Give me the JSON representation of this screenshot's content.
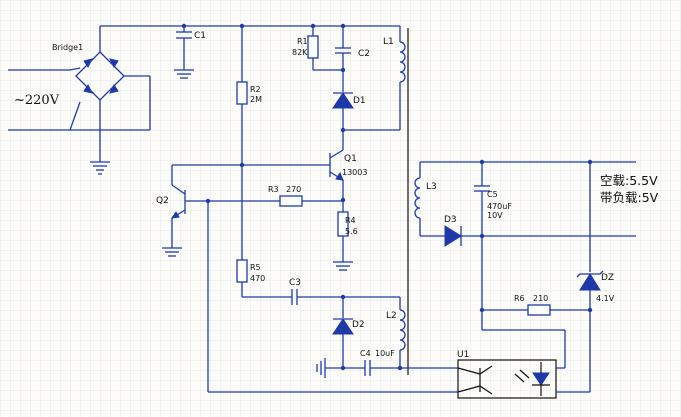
{
  "components": {
    "bridge": "Bridge1",
    "ac_input": "~220V",
    "c1": "C1",
    "r1_name": "R1",
    "r1_value": "82K",
    "c2": "C2",
    "l1": "L1",
    "d1": "D1",
    "r2_name": "R2",
    "r2_value": "2M",
    "q1_name": "Q1",
    "q1_value": "13003",
    "q2_name": "Q2",
    "r3_name": "R3",
    "r3_value": "270",
    "r4_name": "R4",
    "r4_value": "5.6",
    "r5_name": "R5",
    "r5_value": "470",
    "c3": "C3",
    "l2": "L2",
    "d2": "D2",
    "c4_name": "C4",
    "c4_value": "10uF",
    "l3": "L3",
    "c5_name": "C5",
    "c5_value": "470uF",
    "c5_voltage": "10V",
    "d3": "D3",
    "dz_name": "DZ",
    "dz_value": "4.1V",
    "r6_name": "R6",
    "r6_value": "210",
    "u1": "U1"
  },
  "annotations": {
    "no_load": "空载:5.5V",
    "with_load": "带负载:5V"
  },
  "colors": {
    "wire": "#1e3aa8",
    "text": "#111111",
    "background": "#fdfcf8"
  }
}
